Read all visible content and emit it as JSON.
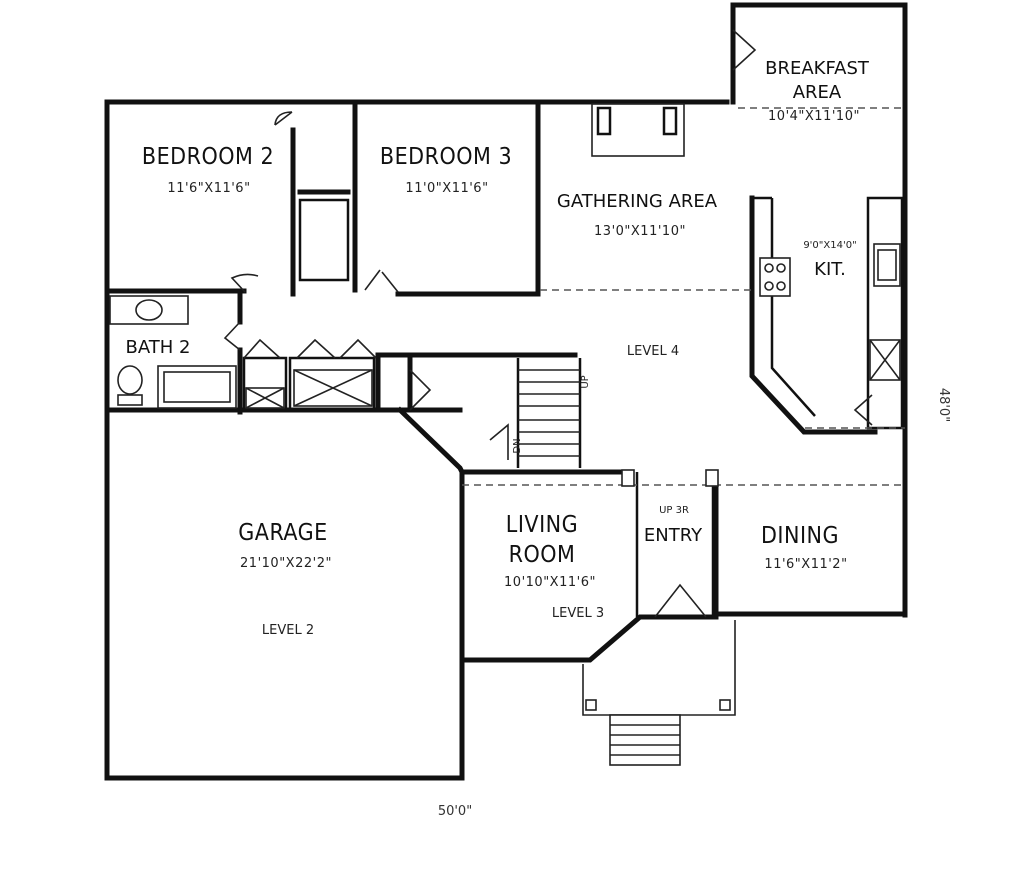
{
  "rooms": {
    "bedroom2": {
      "name": "BEDROOM 2",
      "dims": "11'6\"X11'6\""
    },
    "bedroom3": {
      "name": "BEDROOM 3",
      "dims": "11'0\"X11'6\""
    },
    "gathering": {
      "name": "GATHERING AREA",
      "dims": "13'0\"X11'10\""
    },
    "breakfast": {
      "name_line1": "BREAKFAST",
      "name_line2": "AREA",
      "dims": "10'4\"X11'10\""
    },
    "kitchen": {
      "name": "KIT.",
      "dims": "9'0\"X14'0\""
    },
    "bath2": {
      "name": "BATH 2"
    },
    "garage": {
      "name": "GARAGE",
      "dims": "21'10\"X22'2\"",
      "level": "LEVEL 2"
    },
    "living": {
      "name_line1": "LIVING",
      "name_line2": "ROOM",
      "dims": "10'10\"X11'6\"",
      "level": "LEVEL 3"
    },
    "entry": {
      "name": "ENTRY",
      "note": "UP 3R"
    },
    "dining": {
      "name": "DINING",
      "dims": "11'6\"X11'2\""
    }
  },
  "labels": {
    "level4": "LEVEL 4",
    "stair_up": "UP",
    "stair_dn": "DN"
  },
  "overall": {
    "width": "50'0\"",
    "depth": "48'0\""
  }
}
